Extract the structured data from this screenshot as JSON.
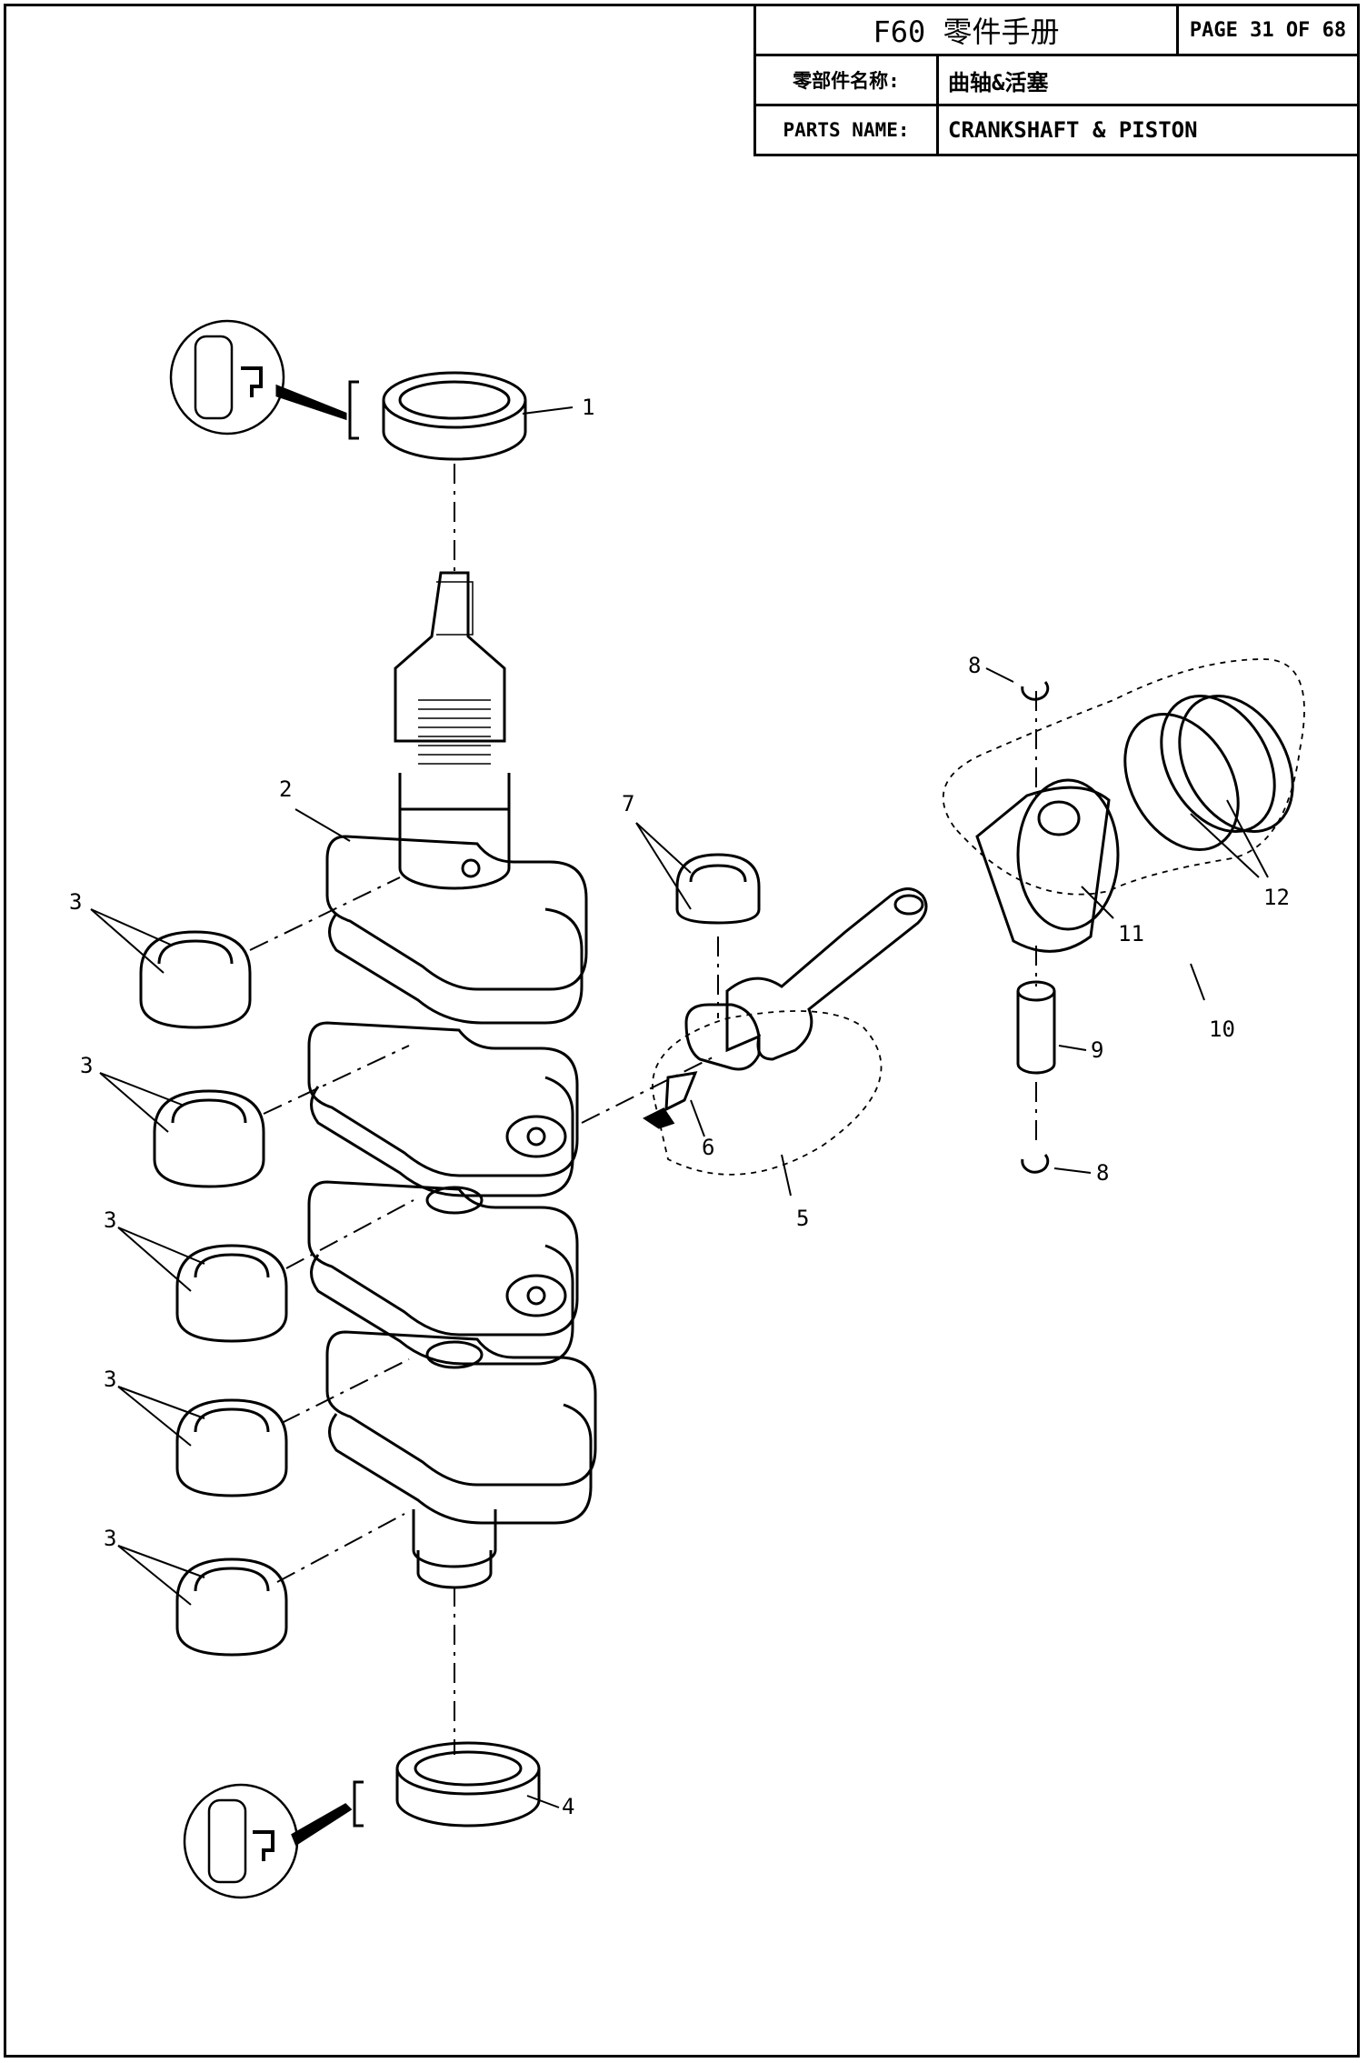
{
  "title_block": {
    "manual_title": "F60 零件手册",
    "page": "PAGE 31 OF 68",
    "cn_label": "零部件名称:",
    "cn_name": "曲轴&活塞",
    "en_label": "PARTS NAME:",
    "en_name": "CRANKSHAFT & PISTON"
  },
  "callouts": {
    "c1": "1",
    "c2": "2",
    "c3a": "3",
    "c3b": "3",
    "c3c": "3",
    "c3d": "3",
    "c3e": "3",
    "c4": "4",
    "c5": "5",
    "c6": "6",
    "c7": "7",
    "c8a": "8",
    "c8b": "8",
    "c9": "9",
    "c10": "10",
    "c11": "11",
    "c12": "12"
  }
}
